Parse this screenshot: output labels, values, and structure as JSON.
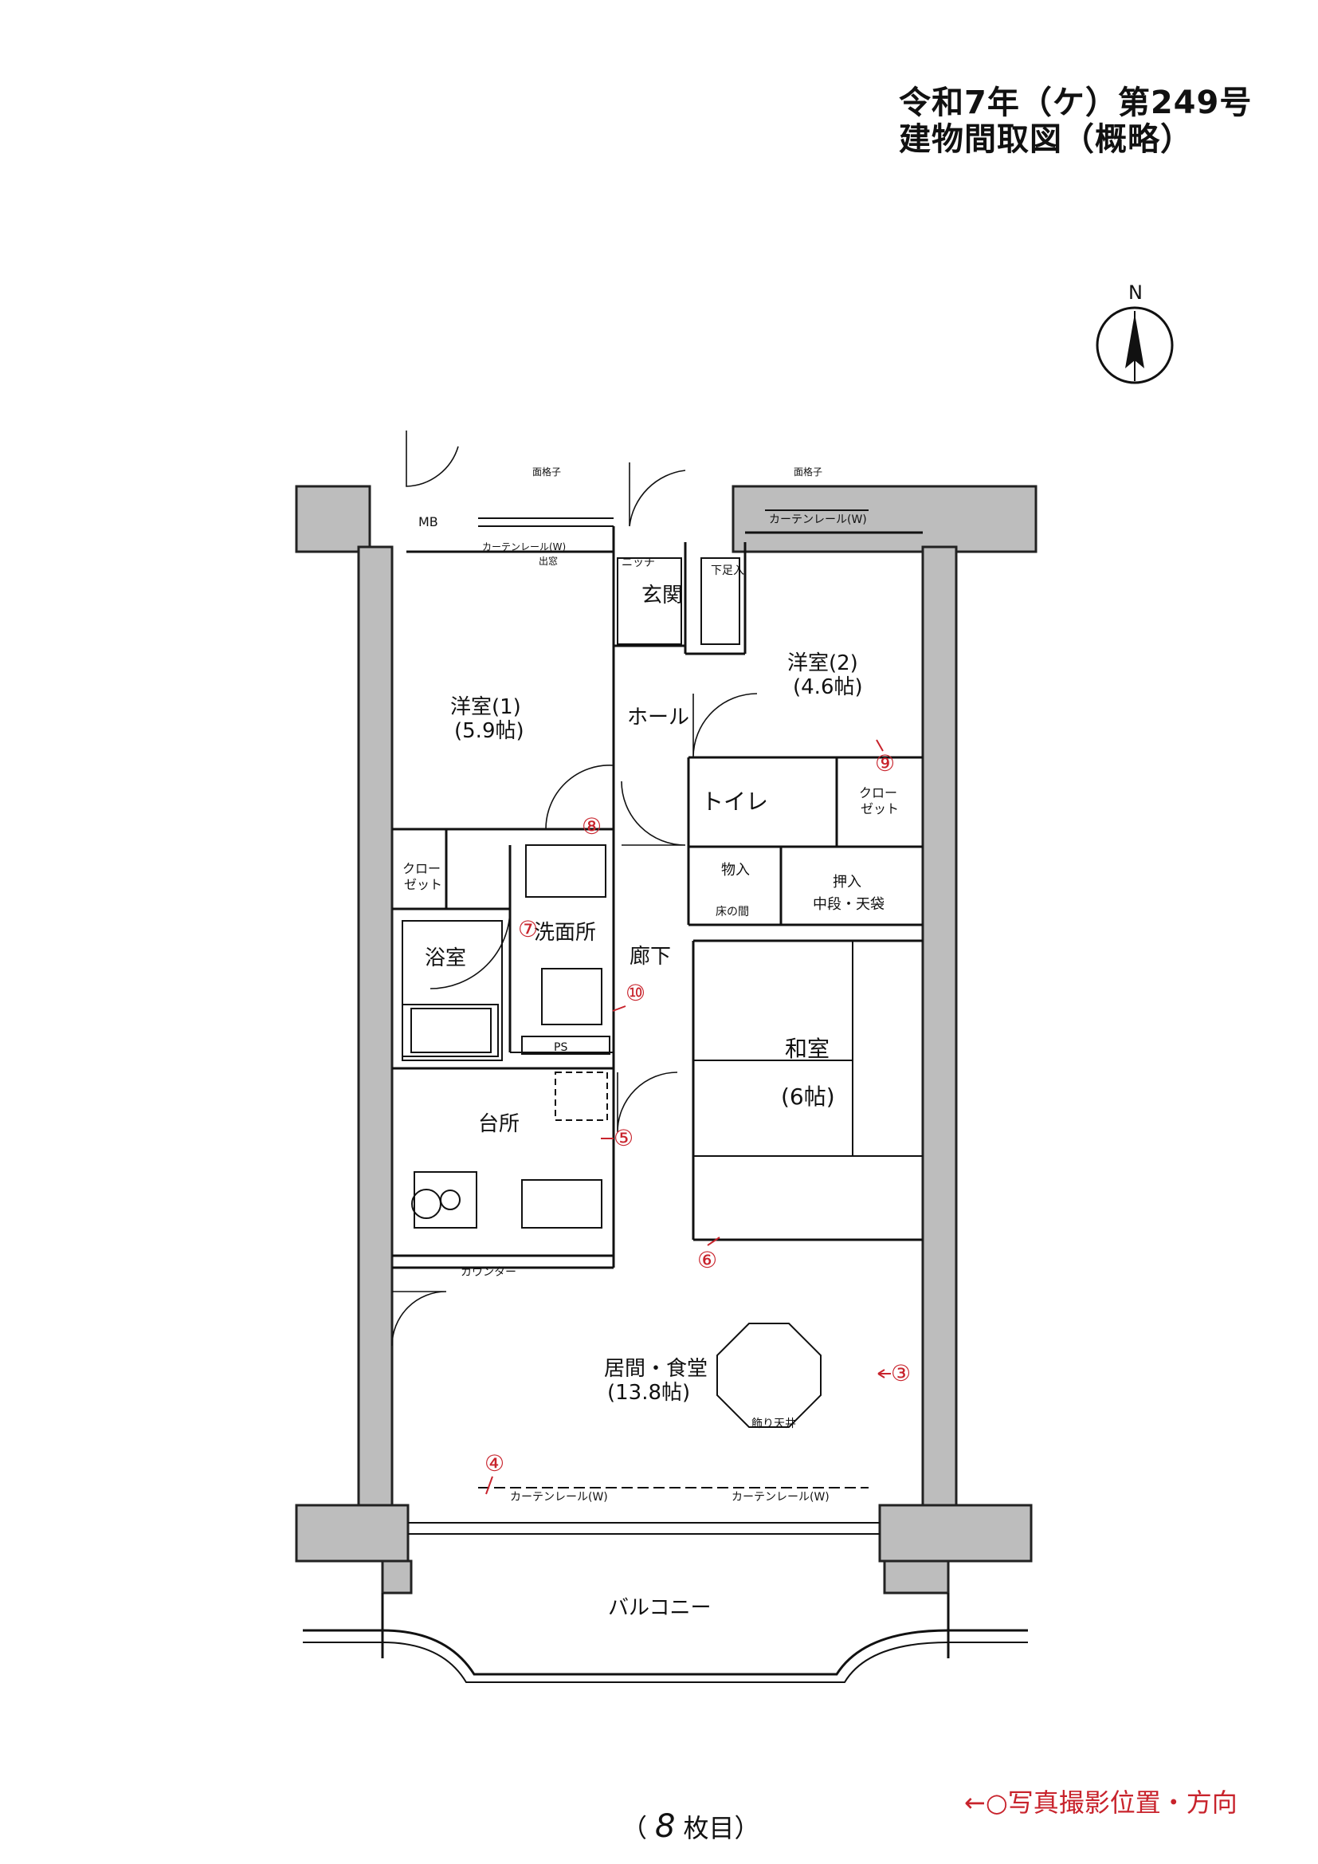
{
  "header": {
    "case_no": "令和7年（ケ）第249号",
    "doc_title": "建物間取図（概略）"
  },
  "compass": {
    "north": "N"
  },
  "rooms": {
    "western1_name": "洋室(1)",
    "western1_size": "(5.9帖)",
    "western2_name": "洋室(2)",
    "western2_size": "(4.6帖)",
    "entrance": "玄関",
    "hall": "ホール",
    "toilet": "トイレ",
    "closet1_a": "クロー",
    "closet1_b": "ゼット",
    "closet2_a": "クロー",
    "closet2_b": "ゼット",
    "storage": "物入",
    "oshiire_a": "押入",
    "oshiire_b": "中段・天袋",
    "tokonoma": "床の間",
    "washroom": "洗面所",
    "bathroom": "浴室",
    "corridor": "廊下",
    "washitsu_name": "和室",
    "washitsu_size": "(6帖)",
    "kitchen": "台所",
    "living_name": "居間・食堂",
    "living_size": "(13.8帖)",
    "hanging_ceiling": "飾り天井",
    "balcony": "バルコニー",
    "mb": "MB",
    "ps": "PS",
    "niche": "ニッチ",
    "shoe_box": "下足入",
    "counter": "カウンター",
    "lattice1": "面格子",
    "lattice2": "面格子",
    "curtain_w1": "カーテンレール(W)",
    "bay_window": "出窓",
    "curtain_w2": "カーテンレール(W)",
    "curtain_w3": "カーテンレール(W)",
    "curtain_w4": "カーテンレール(W)"
  },
  "photo_markers": [
    "③",
    "④",
    "⑤",
    "⑥",
    "⑦",
    "⑧",
    "⑨",
    "⑩"
  ],
  "footer": {
    "legend": "←○写真撮影位置・方向",
    "page_prefix": "（",
    "page_no": "8",
    "page_suffix": "枚目）"
  },
  "colors": {
    "marker_red": "#c8232c",
    "wall_fill": "#bdbdbd"
  }
}
